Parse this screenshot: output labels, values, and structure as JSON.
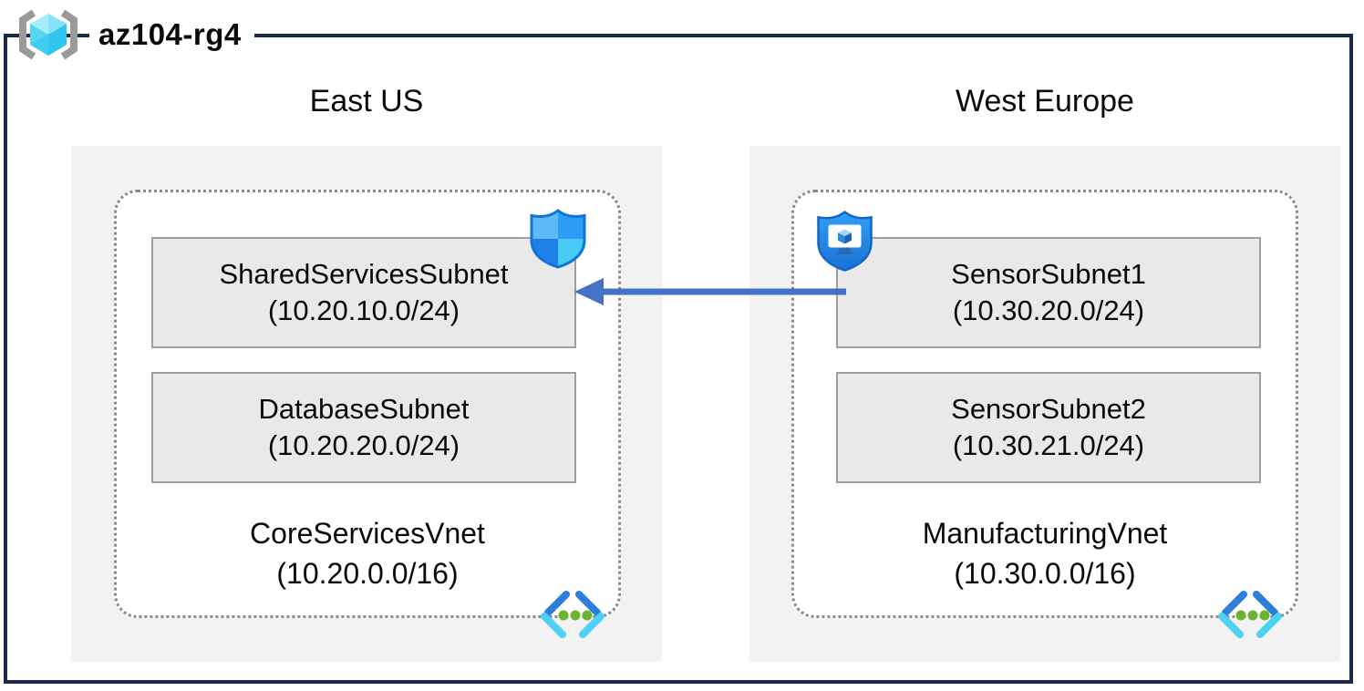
{
  "title": "az104-rg4",
  "colors": {
    "outer_border": "#1b2a4a",
    "region_background": "#f2f2f2",
    "subnet_background": "#e9e9e9",
    "subnet_border": "#9f9f9f",
    "vnet_dotted_border": "#8a8a8a",
    "arrow_blue": "#4472c4",
    "bracket_gray": "#9a9a9a",
    "azure_blue": "#2d9cf4",
    "azure_cyan": "#4fd0f5",
    "dot_green": "#6ab42e"
  },
  "regions": [
    {
      "name": "East US",
      "vnet": {
        "name": "CoreServicesVnet",
        "cidr": "(10.20.0.0/16)",
        "icon": "virtual-network-icon",
        "subnets": [
          {
            "name": "SharedServicesSubnet",
            "cidr": "(10.20.10.0/24)",
            "badge_icon": "network-security-group-shield-icon"
          },
          {
            "name": "DatabaseSubnet",
            "cidr": "(10.20.20.0/24)"
          }
        ]
      }
    },
    {
      "name": "West Europe",
      "vnet": {
        "name": "ManufacturingVnet",
        "cidr": "(10.30.0.0/16)",
        "icon": "virtual-network-icon",
        "subnets": [
          {
            "name": "SensorSubnet1",
            "cidr": "(10.30.20.0/24)",
            "badge_icon": "application-security-group-shield-icon"
          },
          {
            "name": "SensorSubnet2",
            "cidr": "(10.30.21.0/24)"
          }
        ]
      }
    }
  ],
  "connection": {
    "type": "arrow",
    "from": "SensorSubnet1",
    "to": "SharedServicesSubnet",
    "direction": "left",
    "color": "#4472c4"
  }
}
